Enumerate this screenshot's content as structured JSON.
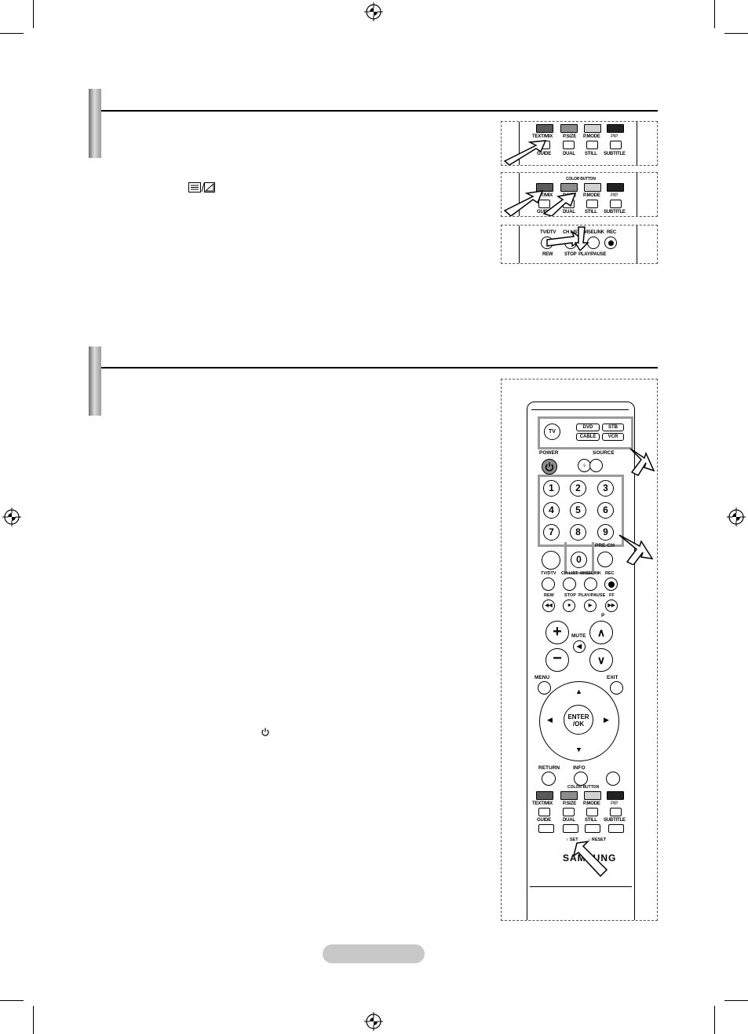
{
  "teletext_panel": {
    "row1_labels": [
      "TEXT/MIX",
      "P.SIZE",
      "P.MODE",
      "PIP"
    ],
    "row2_labels": [
      "GUIDE",
      "DUAL",
      "STILL",
      "SUBTITLE"
    ],
    "color_button_label": "COLOR BUTTON",
    "row3_labels": [
      "TV/DTV",
      "CH LIST",
      "WISELINK",
      "REC"
    ],
    "row4_labels": [
      "REW",
      "STOP",
      "PLAY/PAUSE"
    ],
    "colors": {
      "red": "#5a5a5a",
      "green": "#8c8c8c",
      "yellow": "#d2d2d2",
      "blue": "#222222"
    }
  },
  "remote": {
    "tv_label": "TV",
    "device_labels": [
      "DVD",
      "STB",
      "CABLE",
      "VCR"
    ],
    "power_label": "POWER",
    "source_label": "SOURCE",
    "digits": [
      "1",
      "2",
      "3",
      "4",
      "5",
      "6",
      "7",
      "8",
      "9",
      "0"
    ],
    "prech_label": "PRE-CH",
    "transport_labels": [
      "TV/DTV",
      "CH LIST",
      "WISELINK",
      "REC"
    ],
    "transport2_labels": [
      "REW",
      "STOP",
      "PLAY/PAUSE",
      "FF"
    ],
    "mute_label": "MUTE",
    "p_label": "P",
    "menu_label": "MENU",
    "exit_label": "EXIT",
    "enter_label": "ENTER",
    "ok_label": "/OK",
    "return_label": "RETURN",
    "info_label": "INFO",
    "color_button_label": "COLOR BUTTON",
    "row1_labels": [
      "TEXT/MIX",
      "P.SIZE",
      "P.MODE",
      "PIP"
    ],
    "row2_labels": [
      "GUIDE",
      "DUAL",
      "STILL",
      "SUBTITLE"
    ],
    "set_label": "SET",
    "reset_label": "RESET",
    "brand": "SAMSUNG"
  },
  "icons": [
    "teletext-mix-icon",
    "power-symbol-icon",
    "registration-mark-icon"
  ]
}
